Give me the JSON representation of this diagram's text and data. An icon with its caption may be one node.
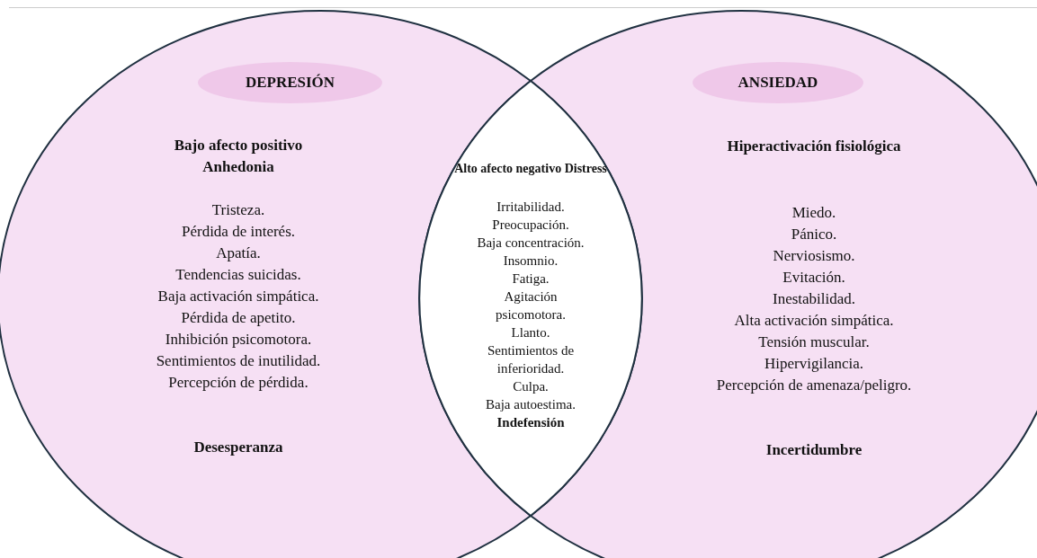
{
  "diagram": {
    "nodes": [
      {
        "text": [
          "Bajo afecto positivo Anhedonia",
          "Tristeza.",
          "Pérdida de interés.",
          "Apatía.",
          "Tendencias suicidas.",
          "Baja activación simpática.",
          "Pérdida de apetito.",
          "Inhibición psicomotora.",
          "Sentimientos de inutilidad.",
          "Percepción de pérdida.",
          "Desesperanza"
        ]
      },
      {
        "text": [
          "DEPRESIÓN"
        ],
        "in": 0
      },
      {
        "text": [
          "Hiperactivación fisiológica",
          "Miedo.",
          "Pánico.",
          "Nerviosismo.",
          "Evitación.",
          "Inestabilidad.",
          "Alta activación simpática.",
          "Tensión muscular.",
          "Hipervigilancia.",
          "Percepción de amenaza/peligro.",
          "Incertidumbre"
        ]
      },
      {
        "text": [
          "ANSIEDAD"
        ],
        "in": 2
      },
      {
        "text": [
          "Alto afecto negativo Distress",
          "Irritabilidad.",
          "Preocupación.",
          "Baja concentración.",
          "Insomnio.",
          "Fatiga.",
          "Agitación psicomotora.",
          "Llanto.",
          "Sentimientos de inferioridad.",
          "Culpa.",
          "Baja autoestima.",
          "Indefensión"
        ]
      }
    ]
  }
}
